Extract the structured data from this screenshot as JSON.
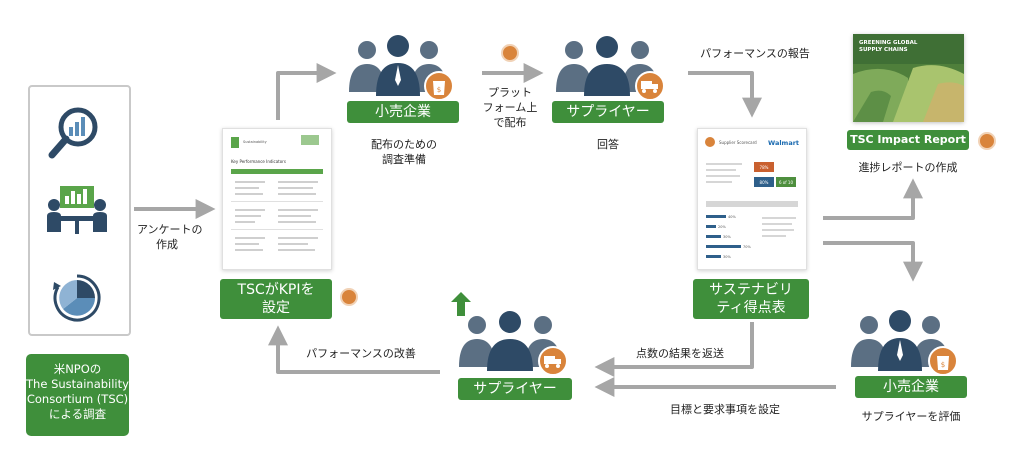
{
  "colors": {
    "green": "#3f8f3b",
    "arrow": "#a6a6a6",
    "orange": "#d9843b",
    "navy": "#2e4a66"
  },
  "left_panel": {
    "label_lines": [
      "米NPOの",
      "The Sustainability",
      "Consortium (TSC)",
      "による調査"
    ],
    "icons": [
      "magnifier-chart-icon",
      "meeting-icon",
      "pie-chart-icon"
    ]
  },
  "steps": {
    "survey_create": [
      "アンケートの",
      "作成"
    ],
    "kpi_label": [
      "TSCがKPIを",
      "設定"
    ],
    "retailer_top": "小売企業",
    "prep": [
      "配布のための",
      "調査準備"
    ],
    "distribute": [
      "プラット",
      "フォーム上",
      "で配布"
    ],
    "supplier_top": "サプライヤー",
    "answer": "回答",
    "perf_report": "パフォーマンスの報告",
    "scorecard_label": [
      "サステナビリ",
      "ティ得点表"
    ],
    "impact_report": "TSC Impact Report",
    "progress_report": "進捗レポートの作成",
    "retailer_bottom": "小売企業",
    "evaluate": "サプライヤーを評価",
    "targets": "目標と要求事項を設定",
    "return_results": "点数の結果を返送",
    "supplier_bottom": "サプライヤー",
    "improve": "パフォーマンスの改善"
  },
  "kpi_doc": {
    "brand_left": "Sustainability Consortium",
    "section": "Key Performance Indicators"
  },
  "scorecard_doc": {
    "title": "Supplier Scorecard",
    "logo": "Walmart",
    "badges": [
      "78%",
      "80%",
      "6 of 10"
    ],
    "bars": [
      "40%",
      "20%",
      "30%",
      "70%",
      "30%"
    ]
  },
  "report_cover": {
    "title_lines": [
      "GREENING GLOBAL",
      "SUPPLY CHAINS"
    ]
  }
}
